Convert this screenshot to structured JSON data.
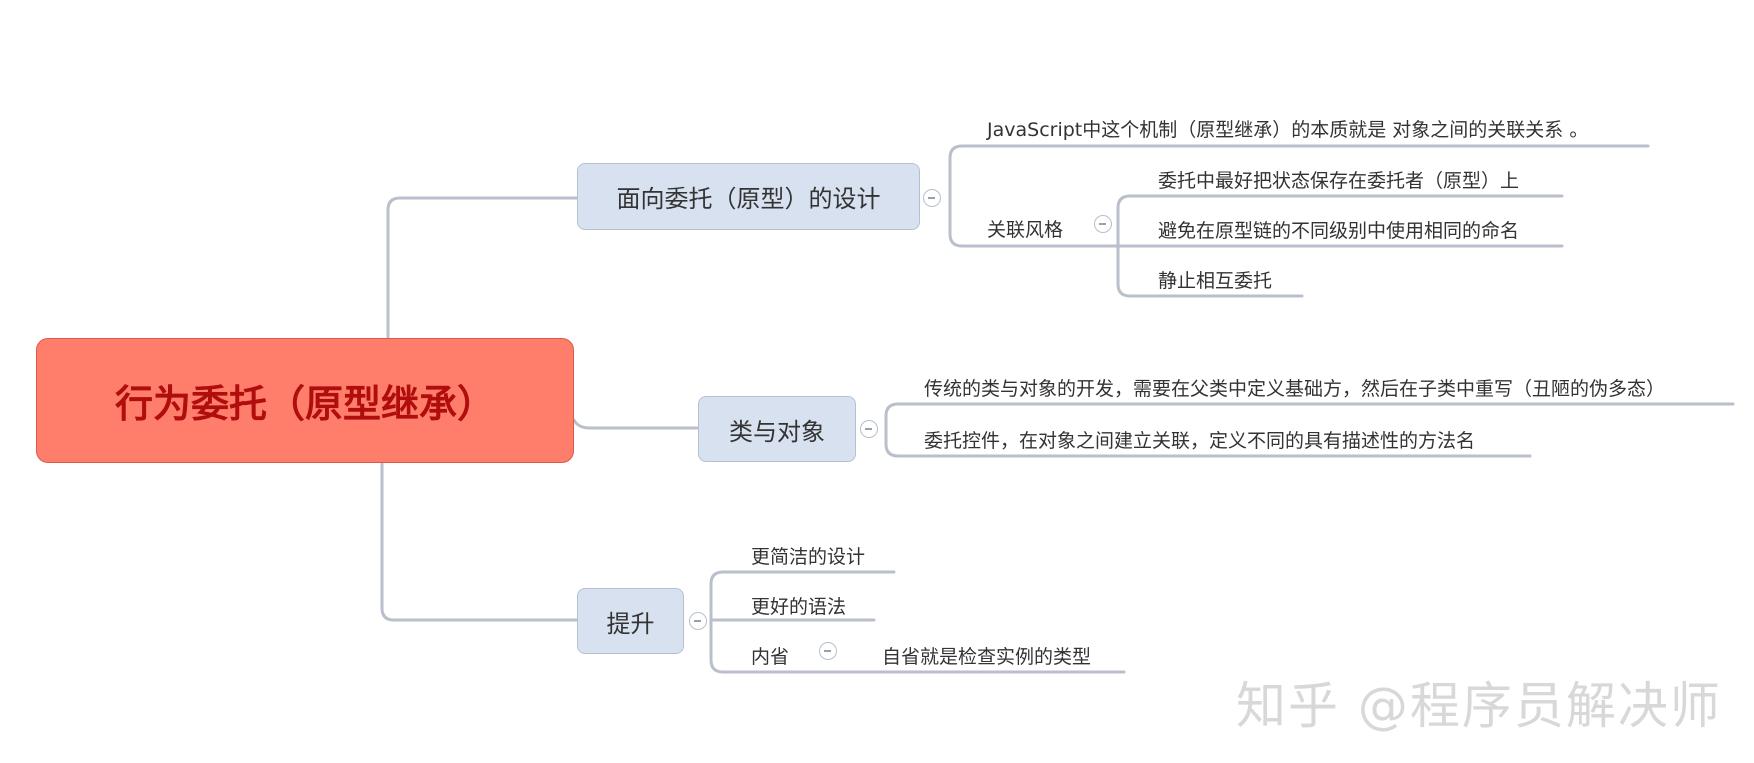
{
  "root": {
    "label": "行为委托（原型继承）"
  },
  "branches": [
    {
      "label": "面向委托（原型）的设计",
      "children": [
        {
          "label": "JavaScript中这个机制（原型继承）的本质就是 对象之间的关联关系 。"
        },
        {
          "label": "关联风格",
          "children": [
            {
              "label": "委托中最好把状态保存在委托者（原型）上"
            },
            {
              "label": "避免在原型链的不同级别中使用相同的命名"
            },
            {
              "label": "静止相互委托"
            }
          ]
        }
      ]
    },
    {
      "label": "类与对象",
      "children": [
        {
          "label": "传统的类与对象的开发，需要在父类中定义基础方，然后在子类中重写（丑陋的伪多态）"
        },
        {
          "label": "委托控件，在对象之间建立关联，定义不同的具有描述性的方法名"
        }
      ]
    },
    {
      "label": "提升",
      "children": [
        {
          "label": "更简洁的设计"
        },
        {
          "label": "更好的语法"
        },
        {
          "label": "内省",
          "children": [
            {
              "label": "自省就是检查实例的类型"
            }
          ]
        }
      ]
    }
  ],
  "watermark": "知乎 @程序员解决师",
  "colors": {
    "root_fill": "#ff7e6b",
    "root_text": "#b00d0d",
    "branch_fill": "#d7e1ef",
    "connector": "#b9c0cc"
  }
}
